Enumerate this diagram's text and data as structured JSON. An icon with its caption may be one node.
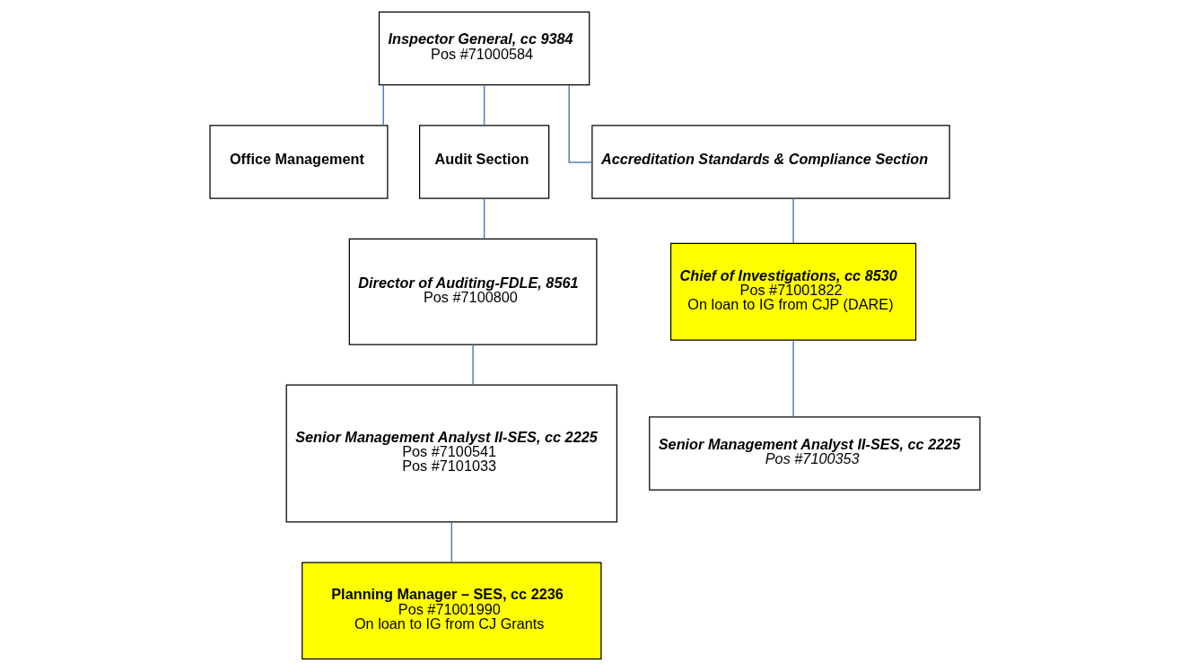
{
  "diagram": {
    "nodes": [
      {
        "text": [
          "Inspector General, cc 9384",
          "Pos #71000584"
        ]
      },
      {
        "text": [
          "Office Management"
        ]
      },
      {
        "text": [
          "Audit Section"
        ]
      },
      {
        "text": [
          "Accreditation Standards & Compliance Section"
        ]
      },
      {
        "text": [
          "Director of Auditing-FDLE, 8561",
          "Pos #7100800"
        ]
      },
      {
        "text": [
          "Senior Management Analyst II-SES, cc 2225",
          "Pos #7100541",
          "Pos #7101033"
        ]
      },
      {
        "text": [
          "Chief of Investigations, cc 8530",
          "Pos #71001822",
          "On loan to IG from CJP (DARE)"
        ]
      },
      {
        "text": [
          "Senior Management Analyst II-SES, cc 2225",
          "Pos #7100353"
        ]
      },
      {
        "text": [
          "Planning Manager – SES, cc 2236",
          "Pos #71001990",
          "On loan to IG from CJ Grants"
        ]
      }
    ],
    "edges": [
      {
        "from": 0,
        "to": 1,
        "arrow": "none"
      },
      {
        "from": 0,
        "to": 2,
        "arrow": "none"
      },
      {
        "from": 0,
        "to": 3,
        "arrow": "none"
      },
      {
        "from": 2,
        "to": 4,
        "arrow": "none"
      },
      {
        "from": 4,
        "to": 5,
        "arrow": "none"
      },
      {
        "from": 5,
        "to": 8,
        "arrow": "none"
      },
      {
        "from": 3,
        "to": 6,
        "arrow": "none"
      },
      {
        "from": 6,
        "to": 7,
        "arrow": "none"
      }
    ]
  }
}
